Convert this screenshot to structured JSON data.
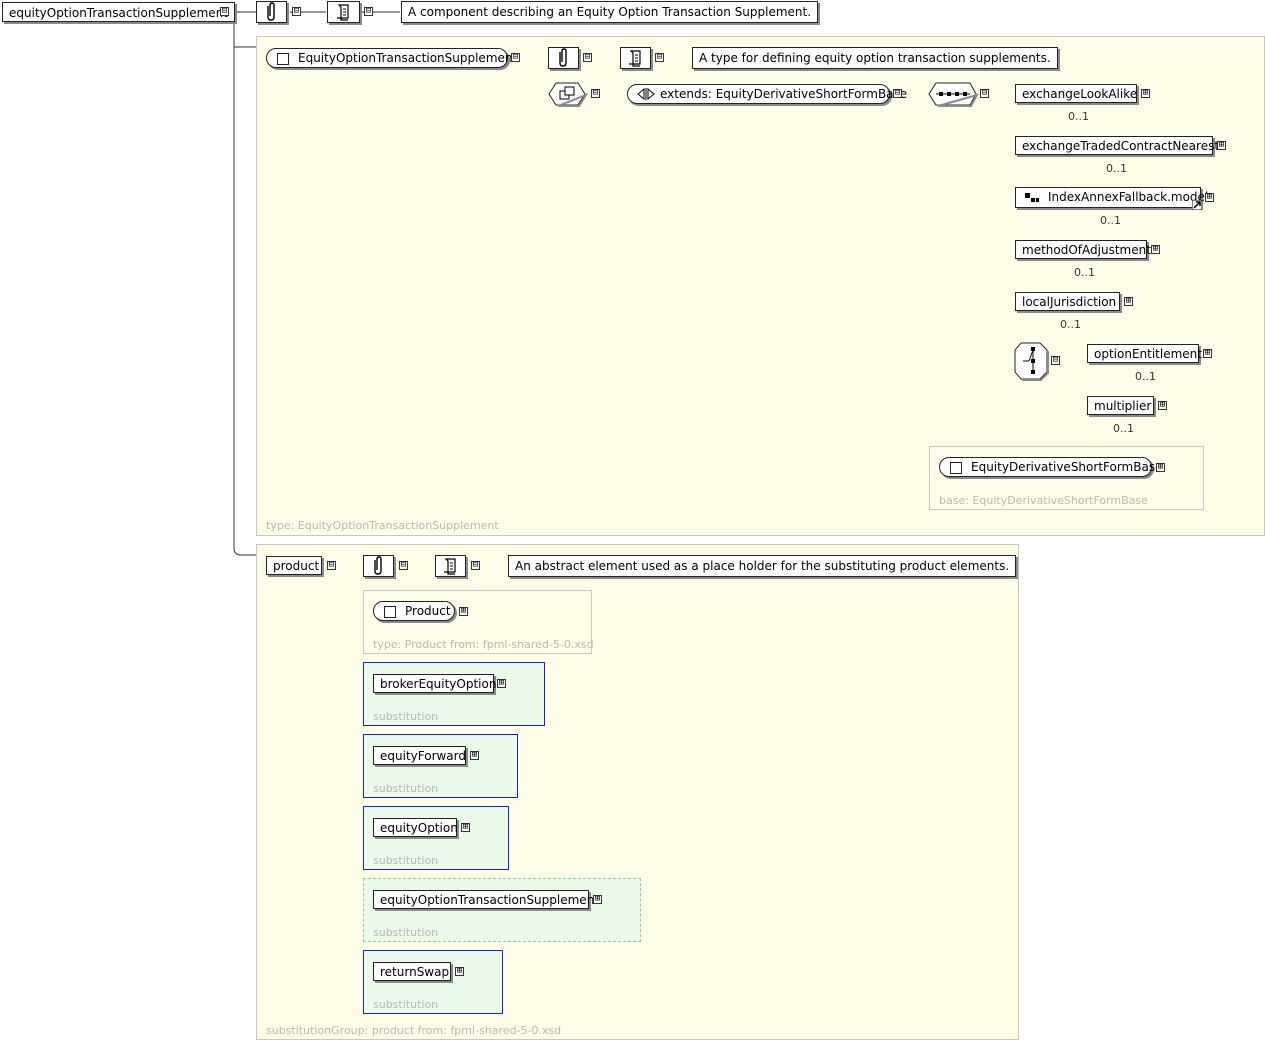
{
  "root": {
    "element": "equityOptionTransactionSupplement",
    "documentation": "A component describing an Equity Option Transaction Supplement."
  },
  "type_panel": {
    "type_name": "EquityOptionTransactionSupplement",
    "documentation": "A type for defining equity option transaction supplements.",
    "extends_label": "extends: EquityDerivativeShortFormBase",
    "caption": "type: EquityOptionTransactionSupplement",
    "children": [
      {
        "name": "exchangeLookAlike",
        "cardinality": "0..1"
      },
      {
        "name": "exchangeTradedContractNearest",
        "cardinality": "0..1"
      },
      {
        "name": "IndexAnnexFallback.model",
        "cardinality": "0..1"
      },
      {
        "name": "methodOfAdjustment",
        "cardinality": "0..1"
      },
      {
        "name": "localJurisdiction",
        "cardinality": "0..1"
      }
    ],
    "choice_children": [
      {
        "name": "optionEntitlement",
        "cardinality": "0..1"
      },
      {
        "name": "multiplier",
        "cardinality": "0..1"
      }
    ],
    "base": {
      "type_name": "EquityDerivativeShortFormBase",
      "caption": "base: EquityDerivativeShortFormBase"
    }
  },
  "product_panel": {
    "element": "product",
    "documentation": "An abstract element used as a place holder for the substituting product elements.",
    "type_box": {
      "name": "Product",
      "caption": "type: Product from: fpml-shared-5-0.xsd"
    },
    "substitutions": [
      {
        "name": "brokerEquityOption",
        "caption": "substitution"
      },
      {
        "name": "equityForward",
        "caption": "substitution"
      },
      {
        "name": "equityOption",
        "caption": "substitution"
      },
      {
        "name": "equityOptionTransactionSupplement",
        "caption": "substitution"
      },
      {
        "name": "returnSwap",
        "caption": "substitution"
      }
    ],
    "caption": "substitutionGroup: product from: fpml-shared-5-0.xsd"
  },
  "icons": {
    "toggle_collapse": "⊟",
    "toggle_expand": "⊞",
    "annotation_icon": "paperclip-icon",
    "documentation_icon": "scroll-icon",
    "sequence_icon": "sequence-icon",
    "choice_icon": "choice-icon",
    "complex_content_icon": "complex-content-icon",
    "model_group_icon": "model-group-icon"
  },
  "colors": {
    "panel_yellow": "#fefee8",
    "panel_green": "#eafbea",
    "substitution_border": "#2020c8",
    "caption_grey": "#b8b8b8"
  }
}
